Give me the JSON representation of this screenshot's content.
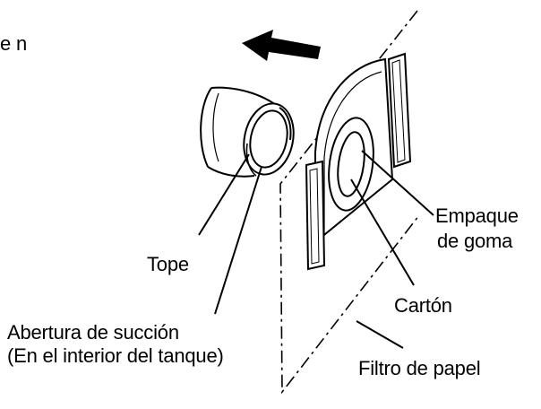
{
  "fragment_text": "e n",
  "labels": {
    "tope": "Tope",
    "abertura_line1": "Abertura de succión",
    "abertura_line2": "(En el interior del tanque)",
    "empaque_line1": "Empaque",
    "empaque_line2": "de goma",
    "carton": "Cartón",
    "filtro": "Filtro de papel"
  },
  "colors": {
    "ink": "#000000",
    "background": "#ffffff"
  }
}
